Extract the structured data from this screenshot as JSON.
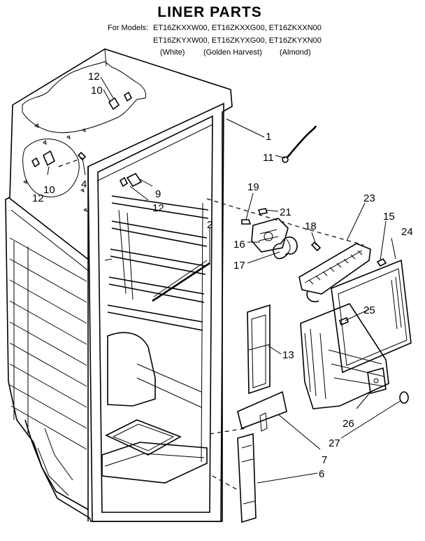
{
  "title": "LINER PARTS",
  "models": {
    "prefix": "For Models:",
    "line1": "ET16ZKXXW00, ET16ZKXXG00, ET16ZKXXN00",
    "line2": "ET16ZKYXW00, ET16ZKYXG00, ET16ZKYXN00",
    "colors": [
      "(White)",
      "(Golden Harvest)",
      "(Almond)"
    ]
  },
  "callouts": {
    "c1": "1",
    "c2": "2",
    "c4": "4",
    "c6": "6",
    "c7": "7",
    "c9": "9",
    "c10a": "10",
    "c10b": "10",
    "c11": "11",
    "c12a": "12",
    "c12b": "12",
    "c12c": "12",
    "c13": "13",
    "c15": "15",
    "c16": "16",
    "c17": "17",
    "c18": "18",
    "c19": "19",
    "c21": "21",
    "c23": "23",
    "c24": "24",
    "c25": "25",
    "c26": "26",
    "c27": "27"
  }
}
